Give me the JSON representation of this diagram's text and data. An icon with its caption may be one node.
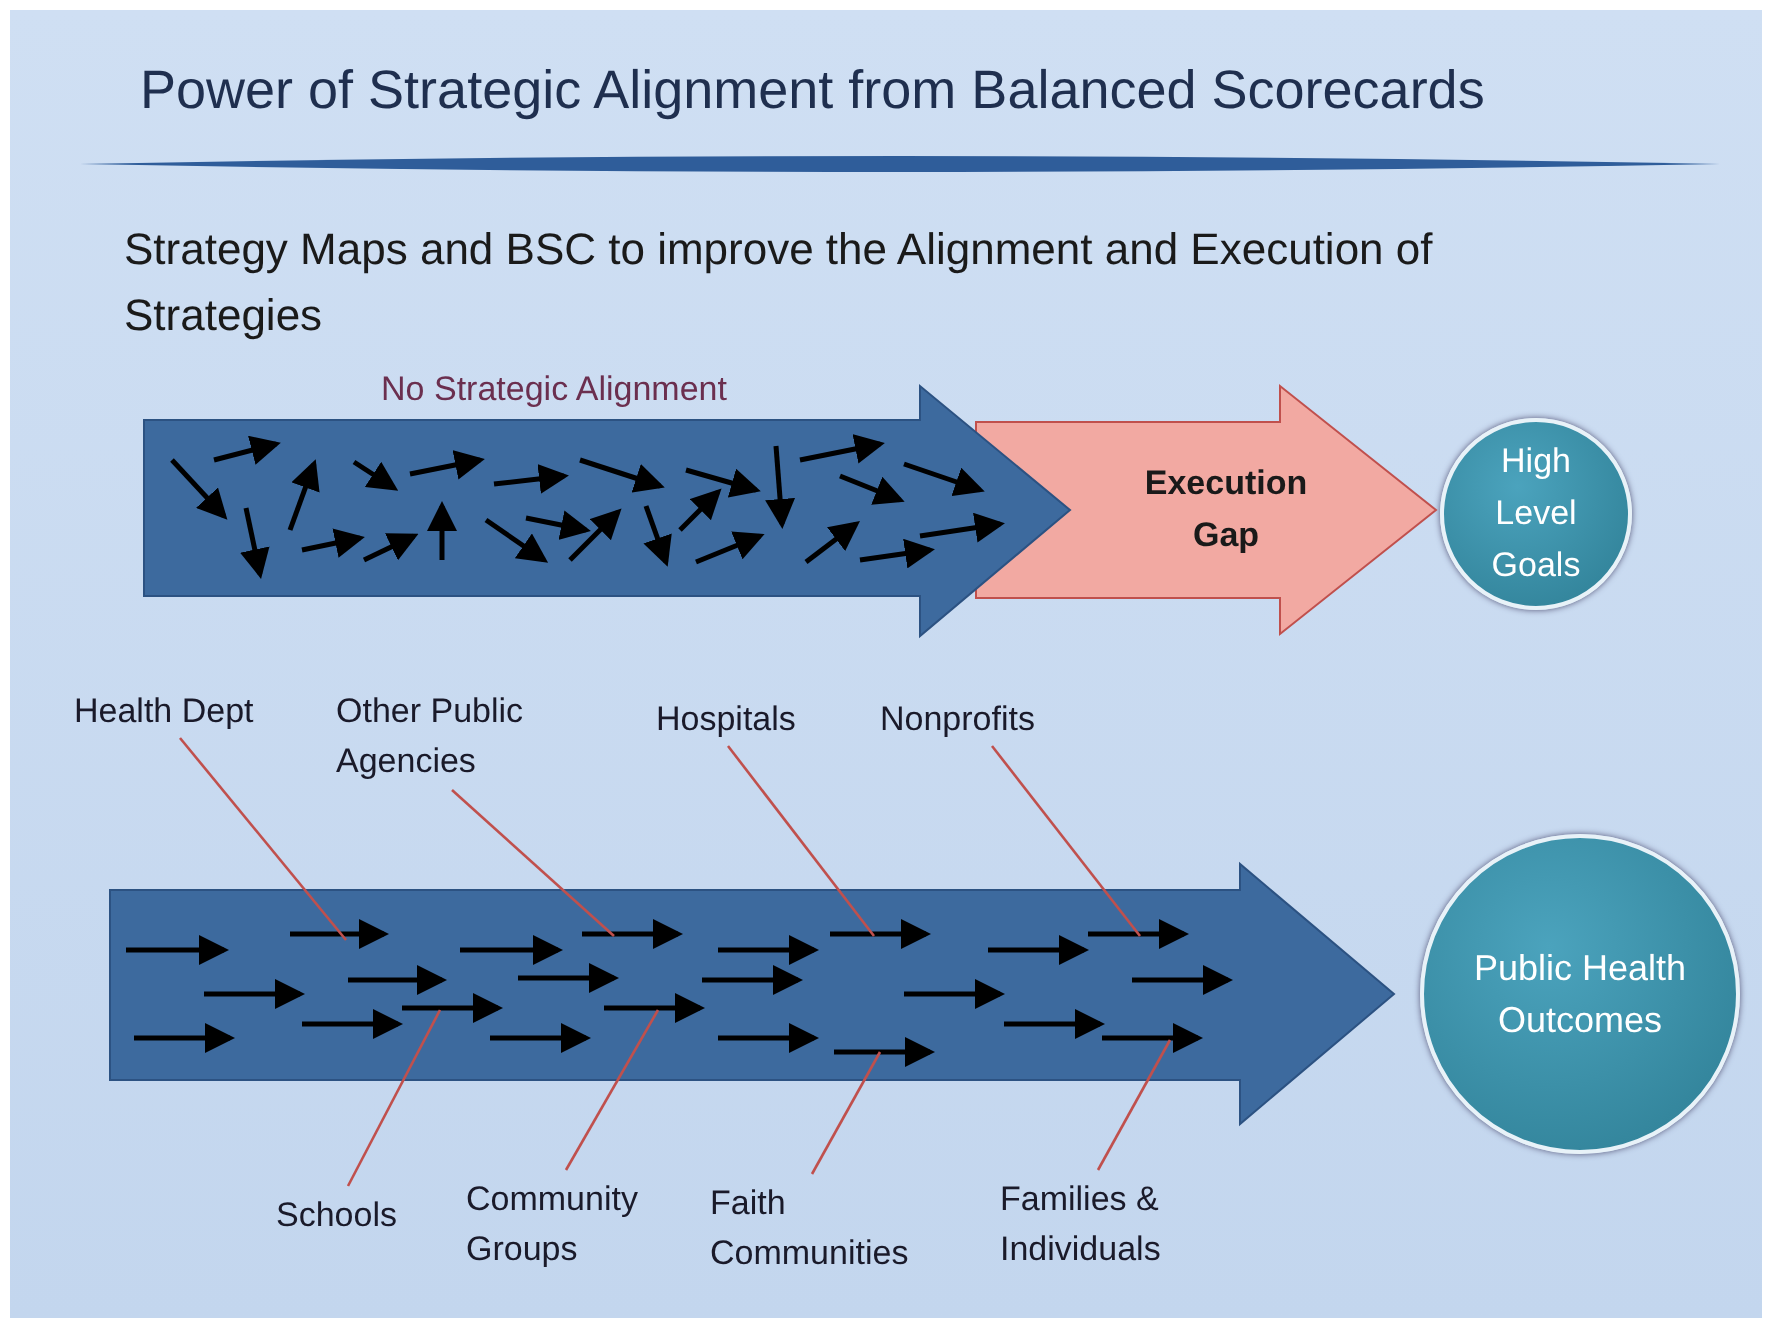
{
  "diagram": {
    "title": "Power of Strategic Alignment from Balanced Scorecards",
    "nodes": [
      {
        "text": [
          "No Strategic Alignment"
        ]
      },
      {
        "text": [
          "High Level Goals"
        ]
      },
      {
        "text": [],
        "shape": "arrow"
      },
      {
        "text": [
          "Public Health Outcomes"
        ]
      },
      {
        "text": [
          "Health Dept"
        ]
      },
      {
        "text": [
          "Other Public Agencies"
        ]
      },
      {
        "text": [
          "Hospitals"
        ]
      },
      {
        "text": [
          "Nonprofits"
        ]
      },
      {
        "text": [
          "Schools"
        ]
      },
      {
        "text": [
          "Community Groups"
        ]
      },
      {
        "text": [
          "Faith Communities"
        ]
      },
      {
        "text": [
          "Families & Individuals"
        ]
      }
    ],
    "edges": [
      {
        "from": 0,
        "to": 1,
        "arrow": "to",
        "label": "Execution Gap"
      },
      {
        "from": 4,
        "to": 2,
        "arrow": "none"
      },
      {
        "from": 5,
        "to": 2,
        "arrow": "none"
      },
      {
        "from": 6,
        "to": 2,
        "arrow": "none"
      },
      {
        "from": 7,
        "to": 2,
        "arrow": "none"
      },
      {
        "from": 8,
        "to": 2,
        "arrow": "none"
      },
      {
        "from": 9,
        "to": 2,
        "arrow": "none"
      },
      {
        "from": 10,
        "to": 2,
        "arrow": "none"
      },
      {
        "from": 11,
        "to": 2,
        "arrow": "none"
      }
    ],
    "labels": [
      "Strategy Maps and BSC to improve the Alignment and Execution of Strategies"
    ]
  }
}
